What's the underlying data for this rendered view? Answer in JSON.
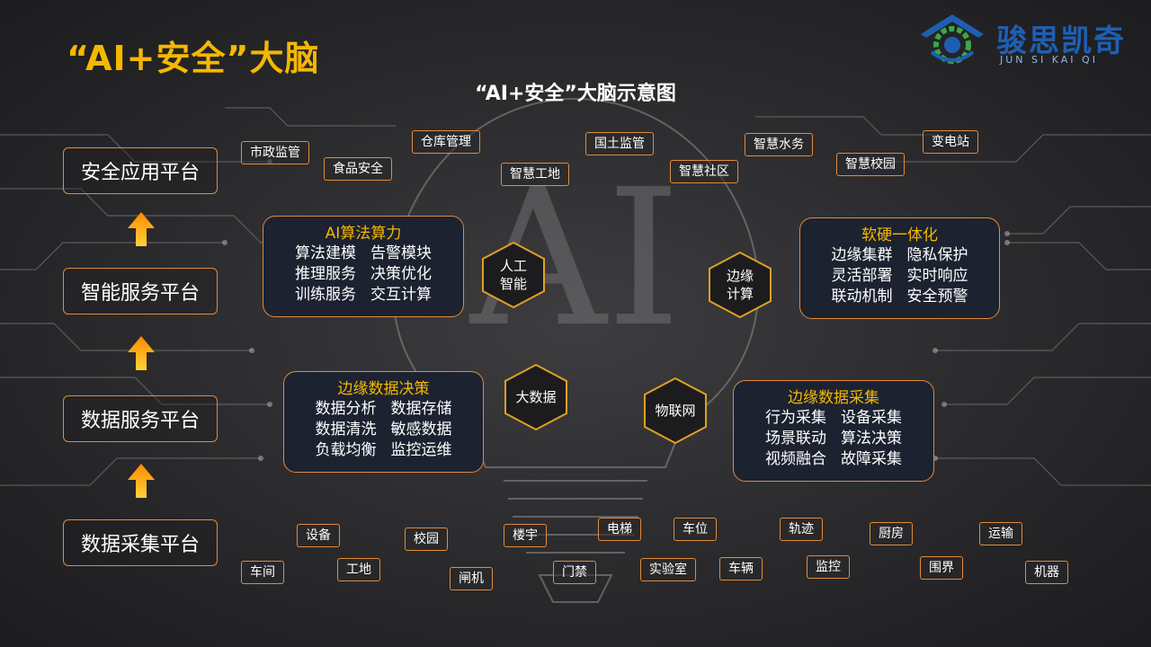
{
  "title": "“AI+安全”大脑",
  "subtitle": "“AI+安全”大脑示意图",
  "logo": {
    "name": "骏思凯奇",
    "pinyin": "JUN SI KAI QI",
    "brand_color": "#1e5fb4",
    "accent_color": "#3aa84a"
  },
  "colors": {
    "title": "#f5b800",
    "border": "#e38a3c",
    "card_bg": "#1c2230",
    "card_heading": "#f5b800"
  },
  "platforms": [
    "安全应用平台",
    "智能服务平台",
    "数据服务平台",
    "数据采集平台"
  ],
  "app_tags": [
    "市政监管",
    "食品安全",
    "仓库管理",
    "智慧工地",
    "国土监管",
    "智慧社区",
    "智慧水务",
    "智慧校园",
    "变电站"
  ],
  "collect_tags": [
    "设备",
    "车间",
    "工地",
    "校园",
    "闸机",
    "楼宇",
    "门禁",
    "电梯",
    "实验室",
    "车位",
    "车辆",
    "轨迹",
    "监控",
    "厨房",
    "围界",
    "运输",
    "机器"
  ],
  "cards": {
    "ai_compute": {
      "title": "AI算法算力",
      "rows": [
        [
          "算法建模",
          "告警模块"
        ],
        [
          "推理服务",
          "决策优化"
        ],
        [
          "训练服务",
          "交互计算"
        ]
      ]
    },
    "soft_hard": {
      "title": "软硬一体化",
      "rows": [
        [
          "边缘集群",
          "隐私保护"
        ],
        [
          "灵活部署",
          "实时响应"
        ],
        [
          "联动机制",
          "安全预警"
        ]
      ]
    },
    "edge_decision": {
      "title": "边缘数据决策",
      "rows": [
        [
          "数据分析",
          "数据存储"
        ],
        [
          "数据清洗",
          "敏感数据"
        ],
        [
          "负载均衡",
          "监控运维"
        ]
      ]
    },
    "edge_collect": {
      "title": "边缘数据采集",
      "rows": [
        [
          "行为采集",
          "设备采集"
        ],
        [
          "场景联动",
          "算法决策"
        ],
        [
          "视频融合",
          "故障采集"
        ]
      ]
    }
  },
  "hexagons": {
    "ai": "人工\n智能",
    "edge": "边缘\n计算",
    "bigdata": "大数据",
    "iot": "物联网"
  },
  "bulb_text": "AI",
  "icons": [
    "up-arrow-icon",
    "gear-shield-logo-icon",
    "light-bulb-icon",
    "circuit-lines-icon"
  ]
}
